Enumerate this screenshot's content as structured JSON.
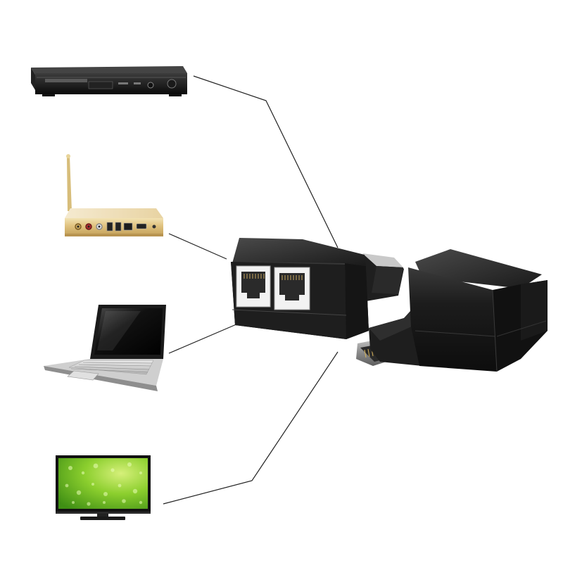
{
  "scene": {
    "background": "#ffffff",
    "devices": [
      {
        "name": "blu-ray-player",
        "label": ""
      },
      {
        "name": "android-tv-box",
        "label": ""
      },
      {
        "name": "laptop",
        "label": ""
      },
      {
        "name": "tv-monitor",
        "label": ""
      }
    ],
    "adapters": [
      {
        "name": "dual-rj45-to-hdmi-adapter"
      },
      {
        "name": "hdmi-to-rj45-adapter"
      }
    ],
    "colors": {
      "adapter_body": "#1c1c1c",
      "rj45_port": "#f2f2f2",
      "hdmi_connector": "#9a9a9a",
      "tv_screen_green": "#7ac62a",
      "tvbox_gold": "#e3c98a",
      "connector_line": "#222222"
    }
  }
}
